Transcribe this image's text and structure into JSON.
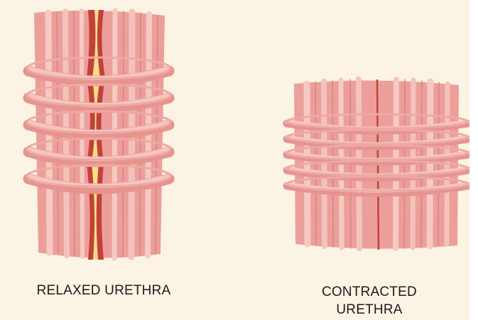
{
  "labels": {
    "relaxed": "RELAXED URETHRA",
    "contracted_line1": "CONTRACTED",
    "contracted_line2": "URETHRA"
  },
  "colors": {
    "background": "#fbf3e3",
    "muscle_base": "#ec9f9a",
    "muscle_light": "#f6c9c3",
    "muscle_dark": "#d57d78",
    "lumen_outer": "#c2413a",
    "lumen_inner": "#f8df86"
  }
}
